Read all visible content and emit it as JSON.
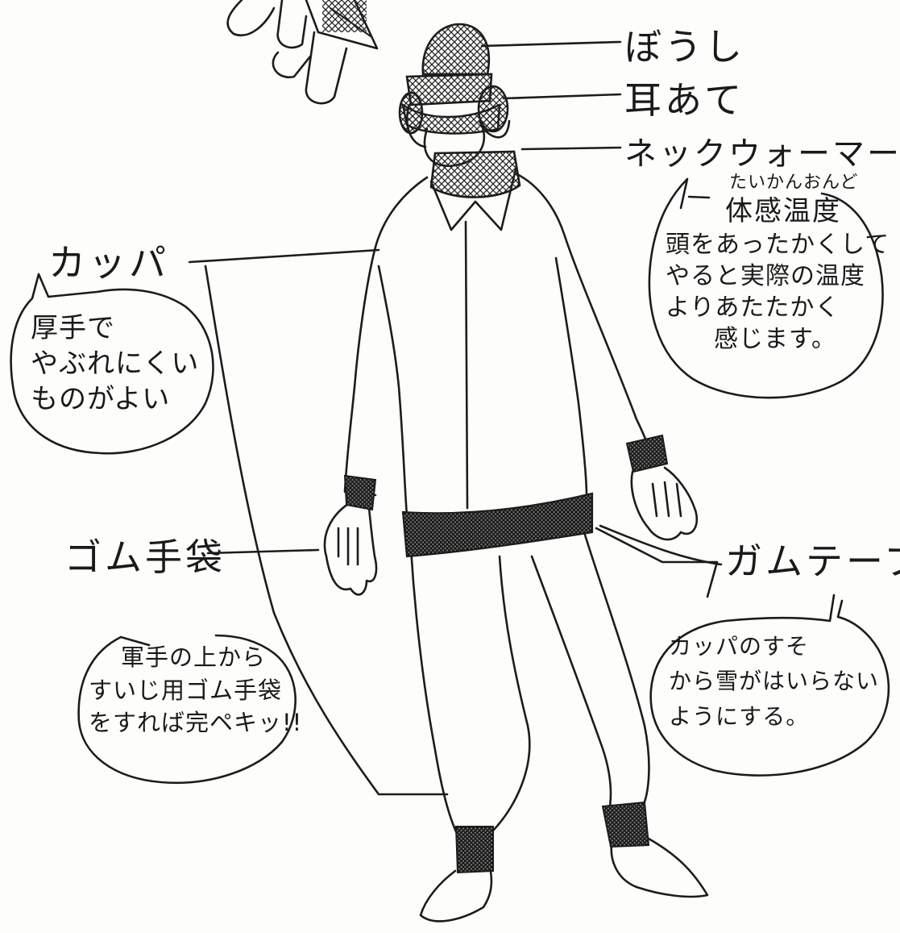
{
  "labels": {
    "hat": "ぼうし",
    "earmuffs": "耳あて",
    "neck_warmer": "ネックウォーマー",
    "raincoat": "カッパ",
    "rubber_gloves": "ゴム手袋",
    "gum_tape": "ガムテープ"
  },
  "notes": {
    "perceived_temp_reading": "たいかんおんど",
    "perceived_temp_title": "体感温度",
    "perceived_temp_lines": [
      "頭をあったかくして",
      "やると実際の温度",
      "よりあたたかく",
      "感じます。"
    ],
    "raincoat_lines": [
      "厚手で",
      "やぶれにくい",
      "ものがよい"
    ],
    "gloves_lines": [
      "軍手の上から",
      "すいじ用ゴム手袋",
      "をすれば完ペキッ!!"
    ],
    "tape_lines": [
      "カッパのすそ",
      "から雪がはいらない",
      "ようにする。"
    ]
  }
}
